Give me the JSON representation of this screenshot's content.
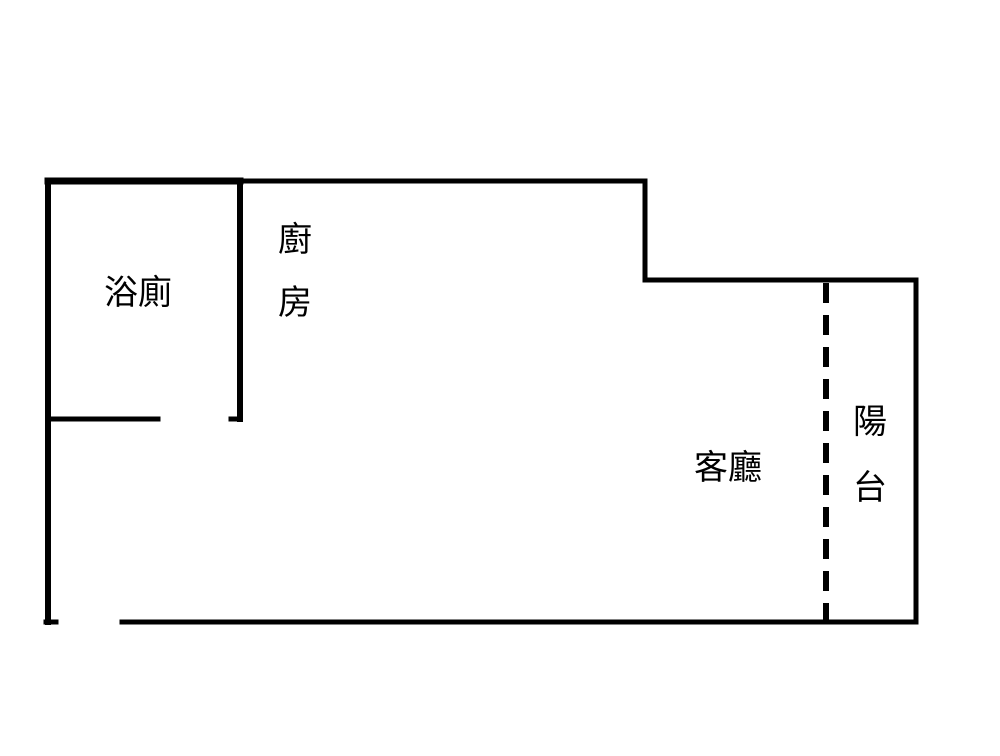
{
  "floor_plan": {
    "rooms": {
      "bathroom": "浴廁",
      "kitchen_line1": "廚",
      "kitchen_line2": "房",
      "living_room": "客廳",
      "balcony_line1": "陽",
      "balcony_line2": "台"
    },
    "wall_color": "#000000",
    "background_color": "#ffffff"
  }
}
